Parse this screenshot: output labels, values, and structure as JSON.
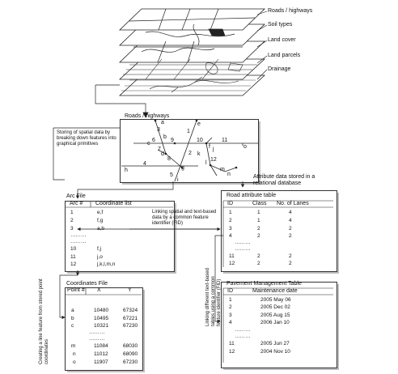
{
  "layers": {
    "labels": [
      "Roads / highways",
      "Soil types",
      "Land cover",
      "Land parcels",
      "Drainage"
    ]
  },
  "map": {
    "title": "Roads / highways",
    "letters": [
      "a",
      "b",
      "c",
      "d",
      "e",
      "f",
      "g",
      "h",
      "i",
      "j",
      "k",
      "l",
      "m",
      "n",
      "o"
    ],
    "numbers": [
      "1",
      "2",
      "3",
      "4",
      "5",
      "6",
      "7",
      "8",
      "9",
      "10",
      "11",
      "12"
    ]
  },
  "notes": {
    "storing": "Storing of spatial data by breaking down features into graphical primitives",
    "attribute": "Attribute data stored in a relational database",
    "linking1": "Linking spatial and text-based data by a common feature identifier (FID)",
    "linking2": "Linking different text-based tables using a common feature identifier (FID)",
    "creating": "Creating a line feature from stored point coordinates"
  },
  "arc_file": {
    "title": "Arc File",
    "col1": "Arc #",
    "col2": "Coordinate list",
    "rows": [
      {
        "id": "1",
        "coords": "e,f"
      },
      {
        "id": "2",
        "coords": "f,g"
      },
      {
        "id": "3",
        "coords": "a,b"
      },
      {
        "id": "",
        "coords": ""
      },
      {
        "id": "10",
        "coords": "f,j"
      },
      {
        "id": "11",
        "coords": "j,o"
      },
      {
        "id": "12",
        "coords": "j,k,l,m,n"
      }
    ],
    "dots": "………"
  },
  "coord_file": {
    "title": "Coordinates File",
    "col1": "Point #",
    "col2": "X",
    "col3": "Y",
    "rows": [
      {
        "p": "a",
        "x": "10480",
        "y": "67324"
      },
      {
        "p": "b",
        "x": "10495",
        "y": "67221"
      },
      {
        "p": "c",
        "x": "10321",
        "y": "67230"
      },
      {
        "p": "m",
        "x": "11084",
        "y": "68030"
      },
      {
        "p": "n",
        "x": "11012",
        "y": "68090"
      },
      {
        "p": "o",
        "x": "11907",
        "y": "67230"
      }
    ],
    "dots": "………"
  },
  "road_table": {
    "title": "Road attribute table",
    "col1": "ID",
    "col2": "Class",
    "col3": "No. of Lanes",
    "rows": [
      {
        "id": "1",
        "cls": "1",
        "lanes": "4"
      },
      {
        "id": "2",
        "cls": "1",
        "lanes": "4"
      },
      {
        "id": "3",
        "cls": "2",
        "lanes": "2"
      },
      {
        "id": "4",
        "cls": "2",
        "lanes": "2"
      },
      {
        "id": "11",
        "cls": "2",
        "lanes": "2"
      },
      {
        "id": "12",
        "cls": "2",
        "lanes": "2"
      }
    ],
    "dots": "………"
  },
  "pave_table": {
    "title": "Pavement Management Table",
    "col1": "ID",
    "col2": "Maintenance date",
    "rows": [
      {
        "id": "1",
        "date": "2005 May 06"
      },
      {
        "id": "2",
        "date": "2005 Dec 02"
      },
      {
        "id": "3",
        "date": "2005 Aug 15"
      },
      {
        "id": "4",
        "date": "2006 Jan 10"
      },
      {
        "id": "11",
        "date": "2005 Jun 27"
      },
      {
        "id": "12",
        "date": "2004 Nov 10"
      }
    ],
    "dots": "………"
  }
}
